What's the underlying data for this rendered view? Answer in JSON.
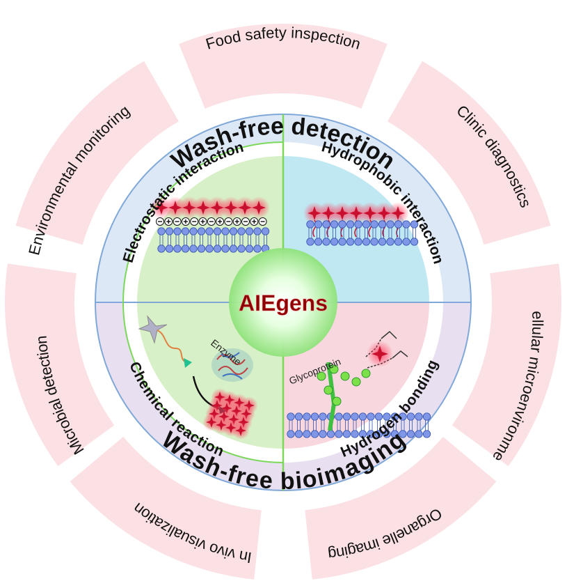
{
  "center": {
    "label": "AIEgens"
  },
  "ring": {
    "top_title": "Wash-free detection",
    "bottom_title": "Wash-free bioimaging"
  },
  "quadrants": [
    {
      "id": "electrostatic",
      "title": "Electrostatic interaction",
      "color": "#d8f0c8"
    },
    {
      "id": "hydrophobic",
      "title": "Hydrophobic interaction",
      "color": "#bfe8f2"
    },
    {
      "id": "chemical",
      "title": "Chemical reaction",
      "color": "#d8f0c8",
      "inner_label": "Enzyme"
    },
    {
      "id": "hydrogen",
      "title": "Hydrogen bonding",
      "color": "#f8d8de",
      "inner_label": "Glycoprotein"
    }
  ],
  "applications": [
    {
      "id": "food-safety",
      "label": "Food safety inspection"
    },
    {
      "id": "clinic",
      "label": "Clinic diagnostics"
    },
    {
      "id": "cellular",
      "label": "Cellular microenvironment"
    },
    {
      "id": "organelle",
      "label": "Organelle imaging"
    },
    {
      "id": "in-vivo",
      "label": "In vivo visualization"
    },
    {
      "id": "microbial",
      "label": "Microbial detection"
    },
    {
      "id": "environmental",
      "label": "Environmental monitoring"
    }
  ],
  "colors": {
    "petal": "#fbe0e4",
    "ring_top": "#dde8f6",
    "ring_bottom": "#e8e0f0",
    "ring_border": "#7fa8d8",
    "divider_green": "#7bd85a",
    "star": "#c8102e",
    "bilayer": "#7f97e6"
  }
}
